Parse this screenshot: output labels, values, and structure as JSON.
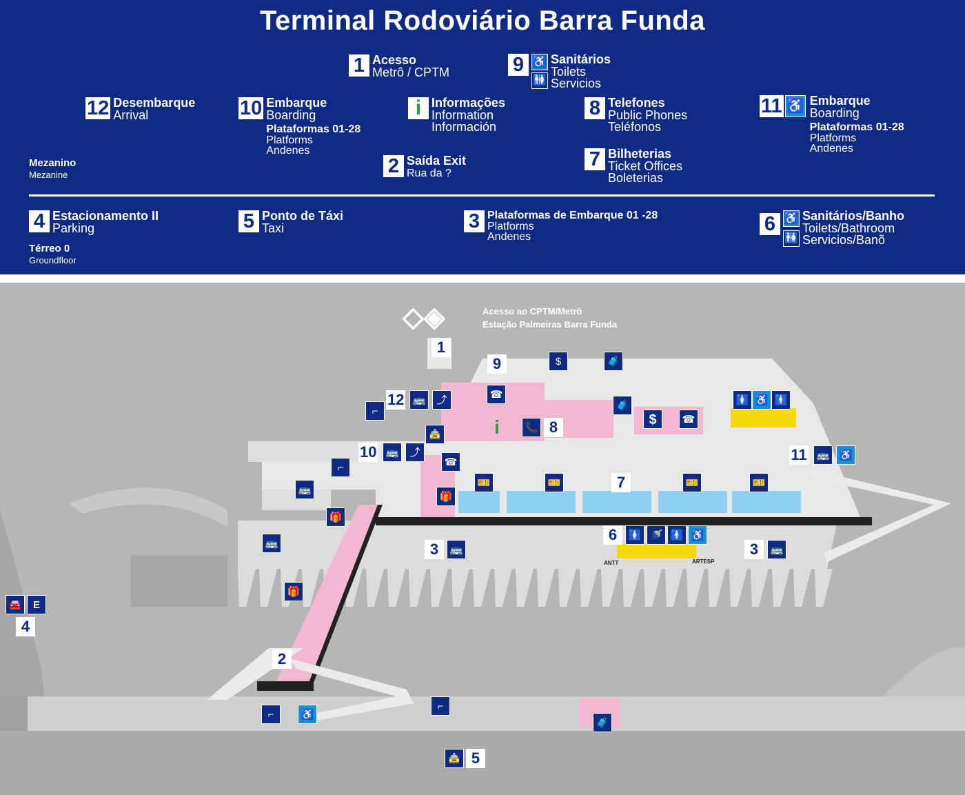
{
  "legend": {
    "title": "Terminal Rodoviário Barra Funda",
    "mezzanine": {
      "name": "Mezanino",
      "sub": "Mezanine"
    },
    "ground": {
      "name": "Térreo  0",
      "sub": "Groundfloor"
    },
    "items": {
      "i1": {
        "num": "1",
        "l1": "Acesso",
        "l2": "Metrô / CPTM"
      },
      "i9": {
        "num": "9",
        "l1": "Sanitários",
        "l2": "Toilets",
        "l3": "Servicios"
      },
      "i12": {
        "num": "12",
        "l1": "Desembarque",
        "l2": "Arrival"
      },
      "i10": {
        "num": "10",
        "l1": "Embarque",
        "l2": "Boarding",
        "s1": "Plataformas 01-28",
        "s2": "Platforms",
        "s3": "Andenes"
      },
      "info": {
        "icon": "i",
        "l1": "Informações",
        "l2": "Information",
        "l3": "Información"
      },
      "i8": {
        "num": "8",
        "l1": "Telefones",
        "l2": "Public Phones",
        "l3": "Teléfonos"
      },
      "i11": {
        "num": "11",
        "l1": "Embarque",
        "l2": "Boarding",
        "s1": "Plataformas 01-28",
        "s2": "Platforms",
        "s3": "Andenes"
      },
      "i2": {
        "num": "2",
        "l1": "Saída Exit",
        "l2": "Rua da ?"
      },
      "i7": {
        "num": "7",
        "l1": "Bilheterias",
        "l2": "Ticket Offices",
        "l3": "Boleterias"
      },
      "i4": {
        "num": "4",
        "l1": "Estacionamento II",
        "l2": "Parking"
      },
      "i5": {
        "num": "5",
        "l1": "Ponto de Táxi",
        "l2": "Taxi"
      },
      "i3": {
        "num": "3",
        "l1": "Plataformas de Embarque 01 -28",
        "l2": "Platforms",
        "l3": "Andenes"
      },
      "i6": {
        "num": "6",
        "l1": "Sanitários/Banho",
        "l2": "Toilets/Bathroom",
        "l3": "Servicios/Banõ"
      }
    }
  },
  "map": {
    "access_line1": "Acesso ao CPTM/Metrô",
    "access_line2": "Estação Palmeiras Barra Funda",
    "labels": {
      "n1": "1",
      "n9": "9",
      "n12": "12",
      "n8": "8",
      "n10": "10",
      "n11": "11",
      "n7": "7",
      "n6": "6",
      "n3a": "3",
      "n3b": "3",
      "n2": "2",
      "n4": "4",
      "n5": "5",
      "e": "E",
      "info_i": "i",
      "dollar": "$"
    },
    "logos": {
      "antt": "ANTT",
      "artesp": "ARTESP"
    }
  },
  "icons": {
    "wheelchair": "wheelchair-icon",
    "toilets": "toilets-icon",
    "bus": "bus-icon",
    "escalator": "escalator-icon",
    "stairs": "stairs-icon",
    "taxi": "taxi-icon",
    "phone": "phone-icon",
    "luggage": "luggage-icon",
    "ticket": "ticket-office-icon",
    "gift": "gift-icon",
    "exchange": "currency-exchange-icon",
    "info_desk": "info-desk-icon"
  },
  "colors": {
    "brand": "#0e2a82",
    "accent_blue": "#1a8fd6",
    "info_green": "#2a9d3a",
    "pink": "#f2b8cf",
    "yellow": "#f5d90a",
    "light_blue": "#8fd0f0"
  }
}
